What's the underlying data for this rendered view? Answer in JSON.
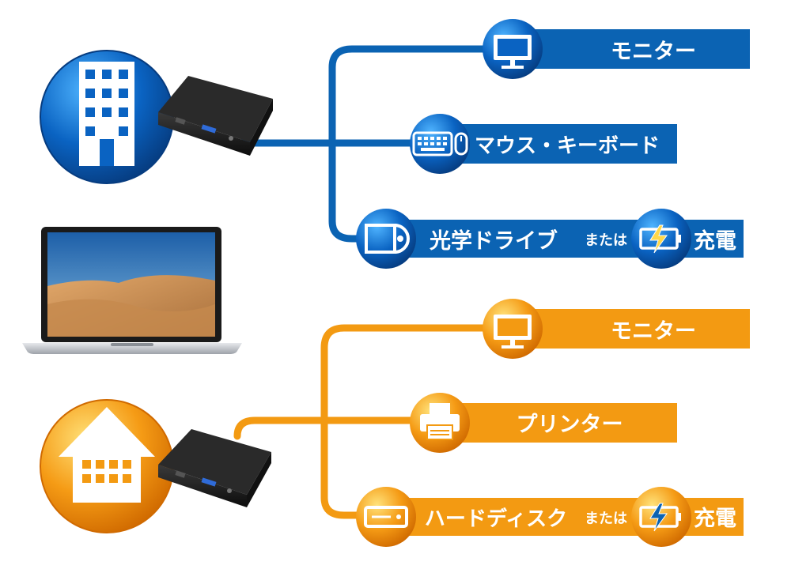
{
  "colors": {
    "office": "#0b63b3",
    "office_dark": "#064a8c",
    "home": "#f39a12",
    "home_dark": "#d67800"
  },
  "office": {
    "icon": "office-building-icon",
    "devices": [
      {
        "label": "モニター",
        "icon": "monitor-icon"
      },
      {
        "label": "マウス・キーボード",
        "icon": "keyboard-mouse-icon"
      },
      {
        "label": "光学ドライブ",
        "icon": "optical-drive-icon"
      }
    ],
    "or_text": "または",
    "alt": {
      "label": "充電",
      "icon": "charging-battery-icon"
    }
  },
  "home": {
    "icon": "house-icon",
    "devices": [
      {
        "label": "モニター",
        "icon": "monitor-icon"
      },
      {
        "label": "プリンター",
        "icon": "printer-icon"
      },
      {
        "label": "ハードディスク",
        "icon": "hard-disk-icon"
      }
    ],
    "or_text": "または",
    "alt": {
      "label": "充電",
      "icon": "charging-battery-icon"
    }
  },
  "laptop": {
    "icon": "laptop-icon"
  },
  "hub": {
    "icon": "usb-hub-icon"
  }
}
